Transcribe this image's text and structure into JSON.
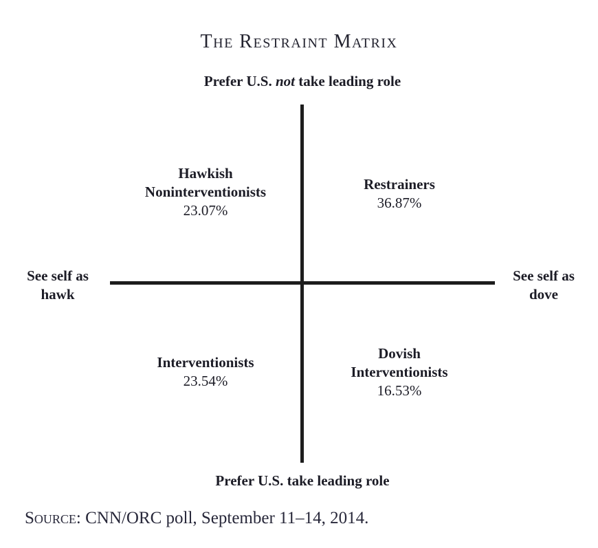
{
  "figure": {
    "title": "The Restraint Matrix",
    "axes": {
      "top": {
        "prefix": "Prefer U.S. ",
        "emphasis": "not",
        "suffix": " take leading role"
      },
      "bottom": "Prefer U.S. take leading role",
      "left": "See self as\nhawk",
      "right": "See self as\ndove"
    },
    "quadrants": {
      "top_left": {
        "name": "Hawkish\nNoninterventionists",
        "value": "23.07%"
      },
      "top_right": {
        "name": "Restrainers",
        "value": "36.87%"
      },
      "bottom_left": {
        "name": "Interventionists",
        "value": "23.54%"
      },
      "bottom_right": {
        "name": "Dovish\nInterventionists",
        "value": "16.53%"
      }
    },
    "source": {
      "label": "Source",
      "text": ": CNN/ORC poll, September 11–14, 2014."
    },
    "colors": {
      "text": "#1c1c26",
      "line": "#1d1d1d",
      "background": "#ffffff"
    }
  },
  "chart_data": {
    "type": "table",
    "title": "The Restraint Matrix",
    "categories": [
      "Hawkish Noninterventionists",
      "Restrainers",
      "Interventionists",
      "Dovish Interventionists"
    ],
    "values": [
      23.07,
      36.87,
      23.54,
      16.53
    ],
    "axis_top": "Prefer U.S. not take leading role",
    "axis_bottom": "Prefer U.S. take leading role",
    "axis_left": "See self as hawk",
    "axis_right": "See self as dove",
    "source": "Source: CNN/ORC poll, September 11–14, 2014."
  }
}
